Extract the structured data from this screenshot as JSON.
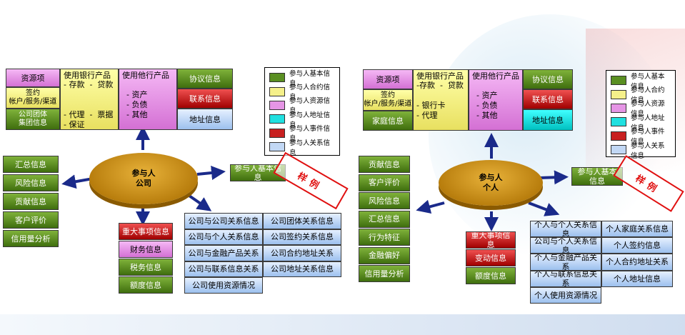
{
  "colors": {
    "green": "#5a8f22",
    "yellow": "#f5f08a",
    "pink": "#e595e5",
    "red": "#c82020",
    "blue": "#c2d8f5",
    "cyan": "#20e0e0",
    "arrow": "#1a2a8a",
    "ellipse": "#d89a20",
    "stamp": "#e01010"
  },
  "legend_items": [
    {
      "label": "参与人基本信息",
      "color": "#5a8f22"
    },
    {
      "label": "参与人合约信息",
      "color": "#f5f08a"
    },
    {
      "label": "参与人资源信息",
      "color": "#e595e5"
    },
    {
      "label": "参与人地址信息",
      "color": "#20e0e0"
    },
    {
      "label": "参与人事件信息",
      "color": "#c82020"
    },
    {
      "label": "参与人关系信息",
      "color": "#c2d8f5"
    }
  ],
  "company": {
    "center": {
      "line1": "参与人",
      "line2": "公司"
    },
    "top": {
      "resource": "资源项",
      "contract": "签约\n帐户/服务/渠道",
      "group": "公司团体\n集团信息",
      "own_products_title": "使用银行产品",
      "own_products_text": "- 存款  -  贷款\n\n\n- 代理  -  票据\n- 保证",
      "other_products_title": "使用他行产品",
      "other_products_text": "- 资产\n- 负债\n- 其他",
      "agreement": "协议信息",
      "contact": "联系信息",
      "address": "地址信息"
    },
    "left": [
      "汇总信息",
      "风险信息",
      "贡献信息",
      "客户评价",
      "信用量分析"
    ],
    "basic": "参与人基本信息",
    "stamp": "样例",
    "bottom": [
      {
        "label": "重大事项信息",
        "color": "red"
      },
      {
        "label": "财务信息",
        "color": "pink"
      },
      {
        "label": "税务信息",
        "color": "green"
      },
      {
        "label": "额度信息",
        "color": "green"
      }
    ],
    "relations": [
      "公司与公司关系信息",
      "公司团体关系信息",
      "公司与个人关系信息",
      "公司签约关系信息",
      "公司与金融产品关系",
      "公司合约地址关系",
      "公司与联系信息关系",
      "公司地址关系信息",
      "公司使用资源情况"
    ]
  },
  "person": {
    "center": {
      "line1": "参与人",
      "line2": "个人"
    },
    "top": {
      "resource": "资源项",
      "contract": "签约\n帐户/服务/渠道",
      "family": "家庭信息",
      "own_products_title": "使用银行产品",
      "own_products_text": "-存款  -  贷款\n\n- 银行卡\n- 代理",
      "other_products_title": "使用他行产品",
      "other_products_text": "- 资产\n- 负债\n- 其他",
      "agreement": "协议信息",
      "contact": "联系信息",
      "address": "地址信息"
    },
    "left": [
      "贡献信息",
      "客户评价",
      "风险信息",
      "汇总信息",
      "行为特征",
      "金融偏好",
      "信用量分析"
    ],
    "basic": "参与人基本信息",
    "stamp": "样例",
    "bottom": [
      {
        "label": "重大事项信息",
        "color": "red"
      },
      {
        "label": "变动信息",
        "color": "red"
      },
      {
        "label": "额度信息",
        "color": "green"
      }
    ],
    "relations": [
      "个人与个人关系信息",
      "个人家庭关系信息",
      "公司与个人关系信息",
      "个人签约信息",
      "个人与金融产品关系",
      "个人合约地址关系",
      "个人与联系信息关系",
      "个人地址信息",
      "个人使用资源情况"
    ]
  }
}
